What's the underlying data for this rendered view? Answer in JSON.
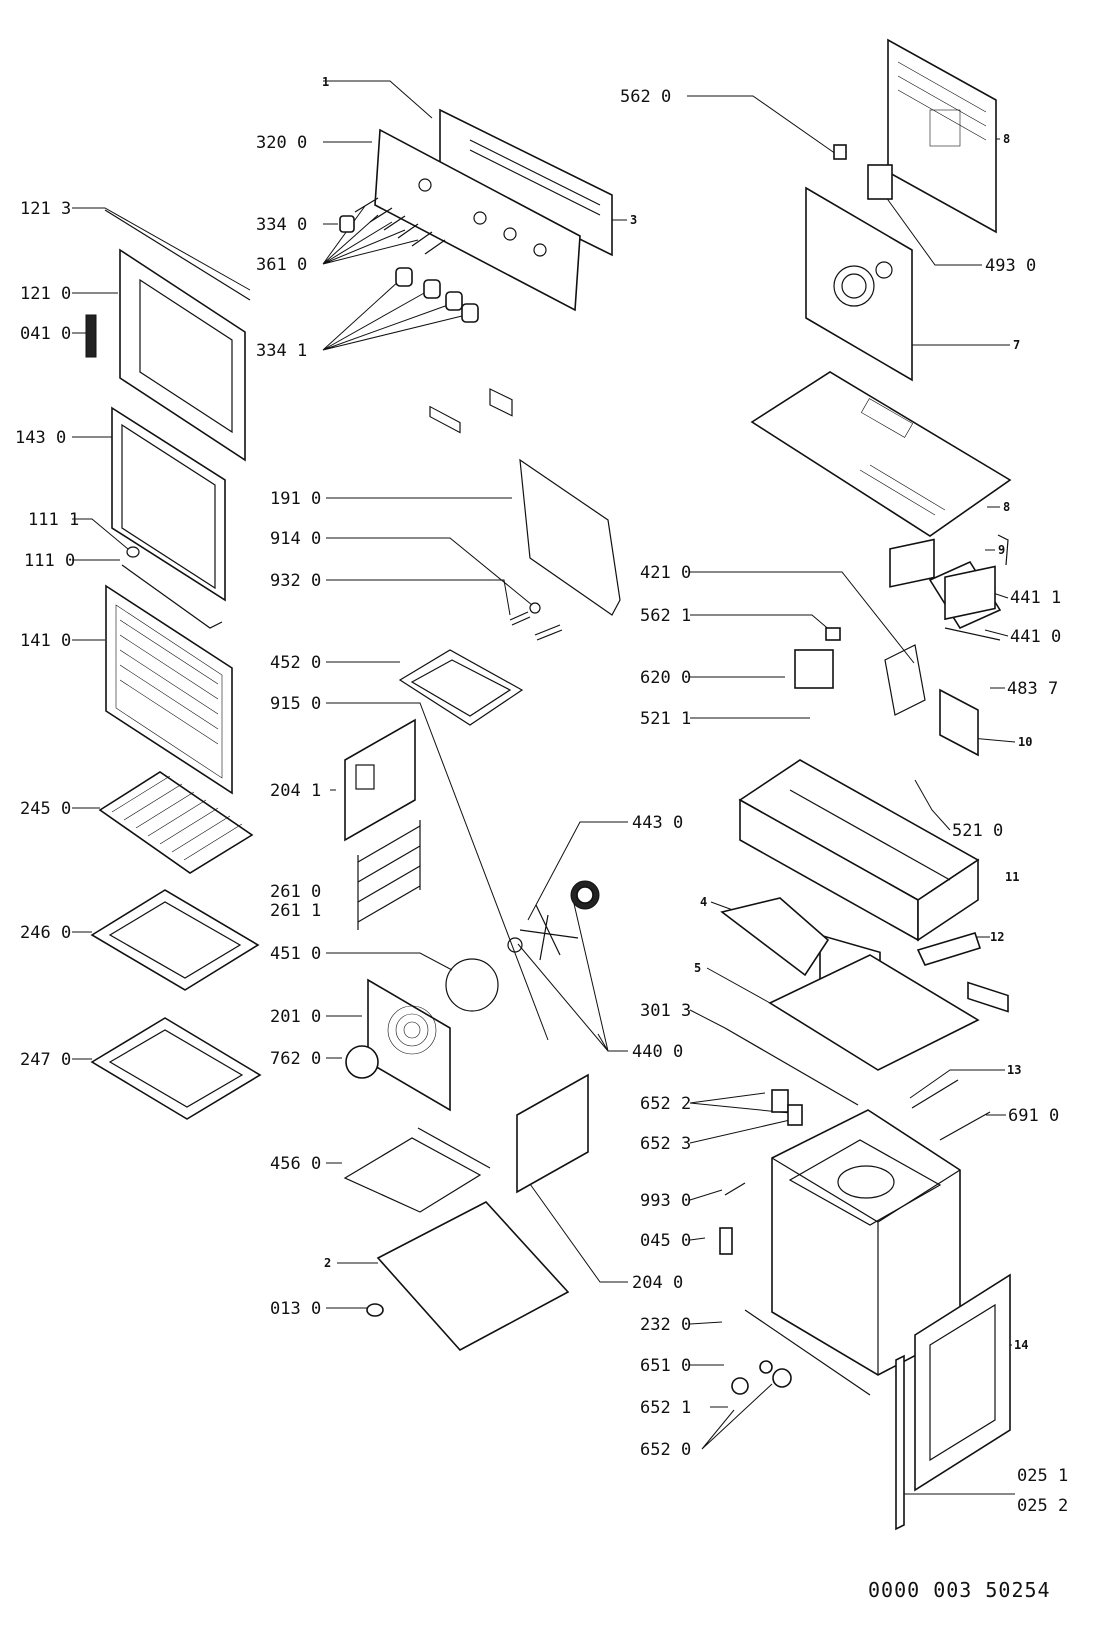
{
  "document_number": "0000 003 50254",
  "labels": {
    "l_1": "1",
    "l_320_0": "320 0",
    "l_334_0": "334 0",
    "l_361_0": "361 0",
    "l_334_1": "334 1",
    "l_3": "3",
    "l_562_0": "562 0",
    "l_8a": "8",
    "l_493_0": "493 0",
    "l_7": "7",
    "l_8b": "8",
    "l_9": "9",
    "l_441_1": "441 1",
    "l_441_0": "441 0",
    "l_483_7": "483 7",
    "l_10": "10",
    "l_121_3": "121 3",
    "l_121_0": "121 0",
    "l_041_0": "041 0",
    "l_143_0": "143 0",
    "l_111_1": "111 1",
    "l_111_0": "111 0",
    "l_141_0": "141 0",
    "l_245_0": "245 0",
    "l_246_0": "246 0",
    "l_247_0": "247 0",
    "l_191_0": "191 0",
    "l_914_0": "914 0",
    "l_932_0": "932 0",
    "l_452_0": "452 0",
    "l_915_0": "915 0",
    "l_204_1": "204 1",
    "l_261_0": "261 0",
    "l_261_1": "261 1",
    "l_451_0": "451 0",
    "l_201_0": "201 0",
    "l_762_0": "762 0",
    "l_456_0": "456 0",
    "l_2": "2",
    "l_013_0": "013 0",
    "l_421_0": "421 0",
    "l_562_1": "562 1",
    "l_620_0": "620 0",
    "l_521_1": "521 1",
    "l_443_0": "443 0",
    "l_521_0": "521 0",
    "l_11": "11",
    "l_4": "4",
    "l_12": "12",
    "l_5": "5",
    "l_301_3": "301 3",
    "l_440_0": "440 0",
    "l_13": "13",
    "l_652_2": "652 2",
    "l_691_0": "691 0",
    "l_652_3": "652 3",
    "l_993_0": "993 0",
    "l_045_0": "045 0",
    "l_204_0": "204 0",
    "l_232_0": "232 0",
    "l_14": "14",
    "l_651_0": "651 0",
    "l_652_1": "652 1",
    "l_652_0": "652 0",
    "l_025_1": "025 1",
    "l_025_2": "025 2"
  }
}
